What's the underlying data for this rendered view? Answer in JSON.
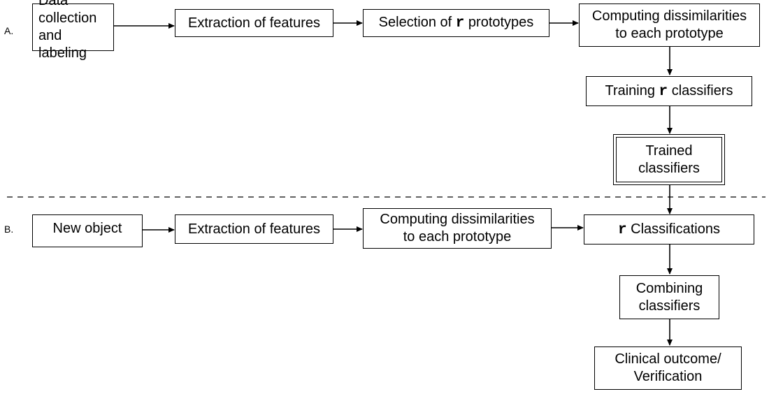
{
  "section_a": {
    "label": "A.",
    "data_collection": {
      "line1": "Data collection",
      "line2": "and labeling"
    },
    "extraction": "Extraction of features",
    "selection": {
      "before": "Selection of ",
      "var": "r",
      "after": " prototypes"
    },
    "computing": {
      "line1": "Computing dissimilarities",
      "line2": "to each prototype"
    },
    "training": {
      "before": "Training ",
      "var": "r",
      "after": " classifiers"
    },
    "trained": {
      "line1": "Trained",
      "line2": "classifiers"
    }
  },
  "section_b": {
    "label": "B.",
    "new_object": "New object",
    "extraction": "Extraction of features",
    "computing": {
      "line1": "Computing dissimilarities",
      "line2": "to each prototype"
    },
    "classifications": {
      "var": "r",
      "after": " Classifications"
    },
    "combining": {
      "line1": "Combining",
      "line2": "classifiers"
    },
    "outcome": {
      "line1": "Clinical outcome/",
      "line2": "Verification"
    }
  }
}
